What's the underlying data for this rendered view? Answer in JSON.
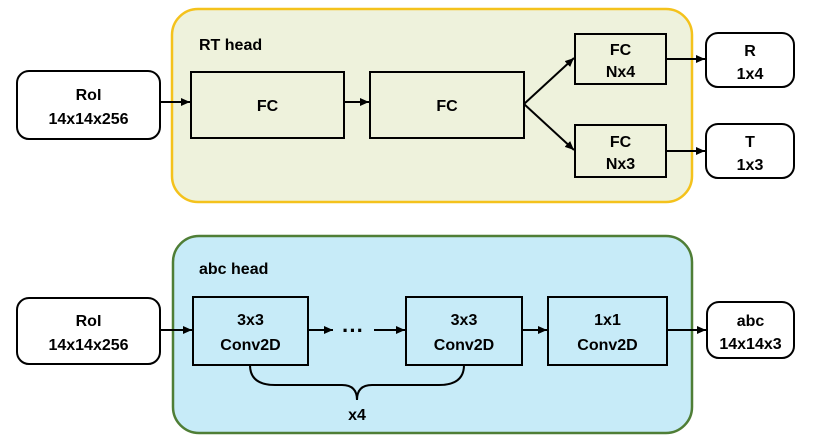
{
  "colors": {
    "rt_panel_fill": "#eef2dc",
    "rt_panel_border": "#f4c21c",
    "abc_panel_fill": "#c7ebf8",
    "abc_panel_border": "#4f7e36",
    "module_fill": "#eef2dc",
    "module_fill_abc": "#c7ebf8",
    "io_fill": "#ffffff"
  },
  "rt_head": {
    "title": "RT head",
    "input": {
      "line1": "RoI",
      "line2": "14x14x256"
    },
    "fc1": "FC",
    "fc2": "FC",
    "fc_r": {
      "line1": "FC",
      "line2": "Nx4"
    },
    "fc_t": {
      "line1": "FC",
      "line2": "Nx3"
    },
    "out_r": {
      "line1": "R",
      "line2": "1x4"
    },
    "out_t": {
      "line1": "T",
      "line2": "1x3"
    }
  },
  "abc_head": {
    "title": "abc head",
    "input": {
      "line1": "RoI",
      "line2": "14x14x256"
    },
    "conv_first": {
      "line1": "3x3",
      "line2": "Conv2D"
    },
    "ellipsis": "···",
    "conv_last": {
      "line1": "3x3",
      "line2": "Conv2D"
    },
    "conv_1x1": {
      "line1": "1x1",
      "line2": "Conv2D"
    },
    "output": {
      "line1": "abc",
      "line2": "14x14x3"
    },
    "repeat_label": "x4"
  }
}
